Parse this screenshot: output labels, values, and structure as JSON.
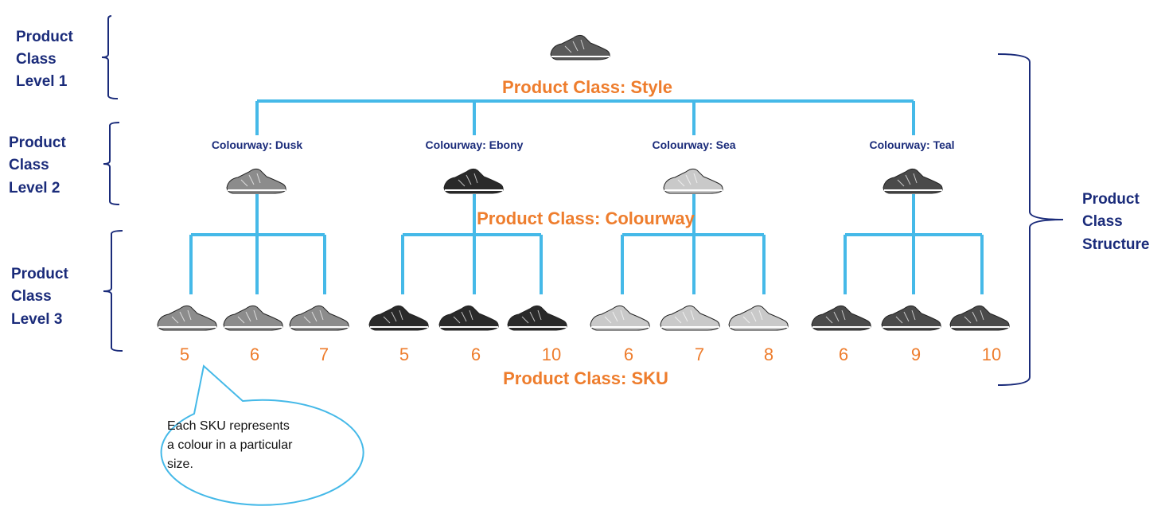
{
  "colors": {
    "connector": "#45b9e8",
    "label_navy": "#1a2b7a",
    "class_orange": "#ee7d2d",
    "callout_border": "#45b9e8"
  },
  "levels": {
    "level1": [
      "Product",
      "Class",
      "Level 1"
    ],
    "level2": [
      "Product",
      "Class",
      "Level 2"
    ],
    "level3": [
      "Product",
      "Class",
      "Level 3"
    ],
    "structure": [
      "Product",
      "Class",
      "Structure"
    ]
  },
  "classes": {
    "style": "Product Class: Style",
    "colourway": "Product Class: Colourway",
    "sku": "Product Class: SKU"
  },
  "colourways": [
    {
      "label": "Colourway: Dusk",
      "tone": "#8c8c8c",
      "sizes": [
        "5",
        "6",
        "7"
      ]
    },
    {
      "label": "Colourway: Ebony",
      "tone": "#2a2a2a",
      "sizes": [
        "5",
        "6",
        "10"
      ]
    },
    {
      "label": "Colourway: Sea",
      "tone": "#c9c9c9",
      "sizes": [
        "6",
        "7",
        "8"
      ]
    },
    {
      "label": "Colourway: Teal",
      "tone": "#4a4a4a",
      "sizes": [
        "6",
        "9",
        "10"
      ]
    }
  ],
  "callout": [
    "Each SKU represents",
    "a colour in a particular",
    "size."
  ]
}
